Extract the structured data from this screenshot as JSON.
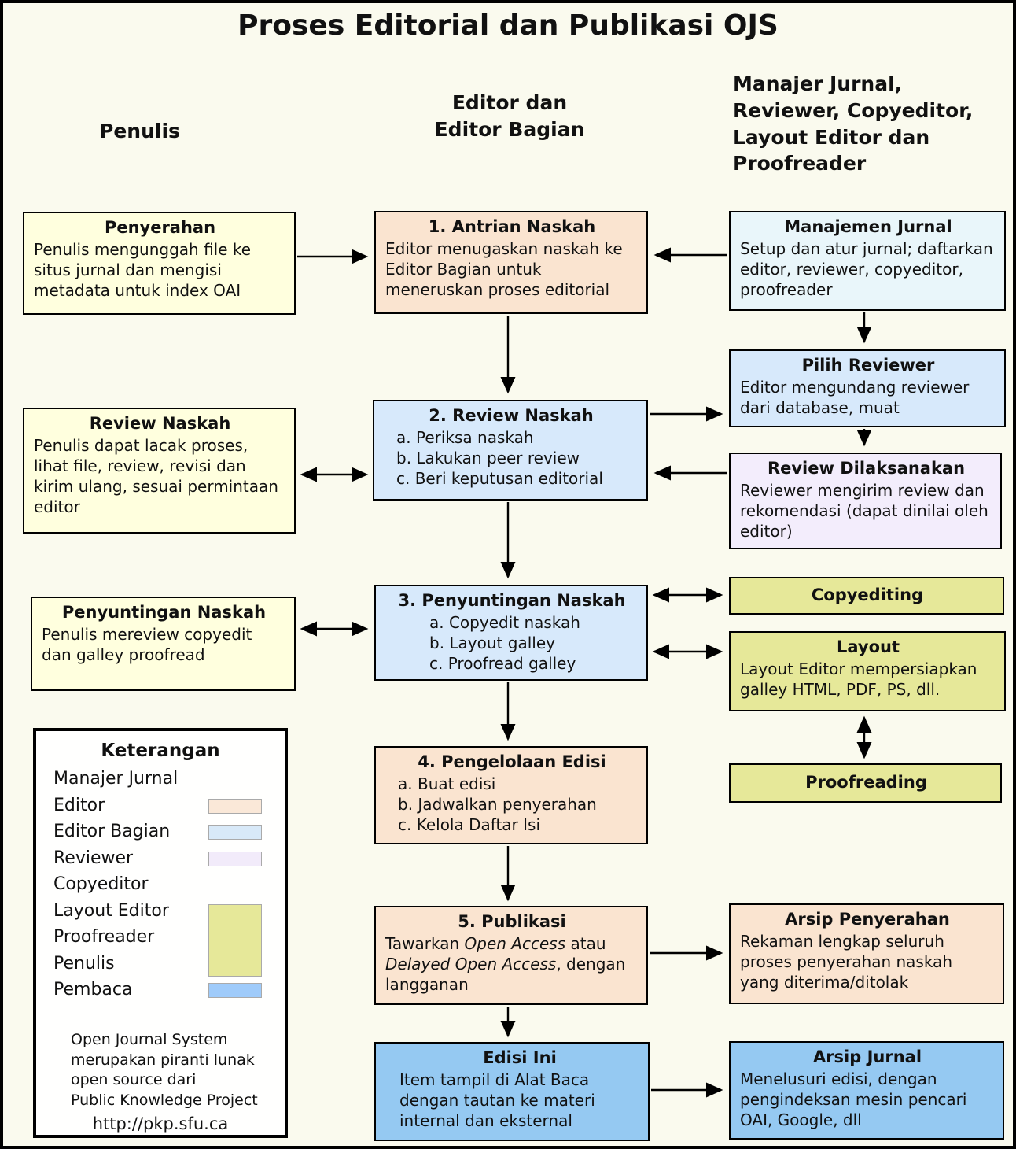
{
  "title": "Proses Editorial dan Publikasi OJS",
  "columns": {
    "penulis": "Penulis",
    "editor": "Editor dan\nEditor Bagian",
    "manajer": "Manajer Jurnal,\nReviewer, Copyeditor,\nLayout Editor dan\nProofreader"
  },
  "colors": {
    "background": "#fafaee",
    "author_yellow": "#ffffde",
    "editor_peach": "#fae4d0",
    "section_editor_blue": "#d7e9fb",
    "manager_pale_blue": "#e9f6fa",
    "reviewer_lavender": "#f3edfc",
    "copyeditor_olive": "#e6e899",
    "reader_blue": "#95c9f2"
  },
  "left": {
    "penyerahan": {
      "title": "Penyerahan",
      "body": "Penulis mengunggah file ke situs jurnal dan mengisi metadata untuk index OAI"
    },
    "review_naskah": {
      "title": "Review Naskah",
      "body": "Penulis dapat lacak proses, lihat file, review, revisi dan kirim ulang, sesuai permintaan editor"
    },
    "penyuntingan_naskah": {
      "title": "Penyuntingan Naskah",
      "body": "Penulis mereview copyedit dan galley proofread"
    }
  },
  "middle": {
    "antrian": {
      "title": "1. Antrian Naskah",
      "body": "Editor menugaskan naskah ke Editor Bagian untuk meneruskan proses editorial"
    },
    "review": {
      "title": "2. Review Naskah",
      "items": [
        "a. Periksa naskah",
        "b. Lakukan peer review",
        "c. Beri keputusan editorial"
      ]
    },
    "penyuntingan": {
      "title": "3. Penyuntingan Naskah",
      "items": [
        "a. Copyedit naskah",
        "b. Layout galley",
        "c. Proofread galley"
      ]
    },
    "pengelolaan": {
      "title": "4. Pengelolaan Edisi",
      "items": [
        "a. Buat edisi",
        "b. Jadwalkan penyerahan",
        "c. Kelola Daftar Isi"
      ]
    },
    "publikasi": {
      "title": "5. Publikasi",
      "body_prefix": "Tawarkan ",
      "body_italic1": "Open Access",
      "body_mid": " atau ",
      "body_italic2": "Delayed Open Access",
      "body_suffix": ", dengan langganan"
    },
    "edisi_ini": {
      "title": "Edisi Ini",
      "body": "Item tampil di Alat Baca dengan tautan ke materi internal dan eksternal"
    }
  },
  "right": {
    "manajemen": {
      "title": "Manajemen Jurnal",
      "body": "Setup dan atur jurnal; daftarkan editor, reviewer, copyeditor, proofreader"
    },
    "pilih_reviewer": {
      "title": "Pilih Reviewer",
      "body": "Editor mengundang reviewer dari database, muat"
    },
    "review_dilaksanakan": {
      "title": "Review Dilaksanakan",
      "body": "Reviewer mengirim review dan rekomendasi (dapat dinilai oleh editor)"
    },
    "copyediting": {
      "title": "Copyediting"
    },
    "layout": {
      "title": "Layout",
      "body": "Layout Editor mempersiapkan galley HTML, PDF, PS, dll."
    },
    "proofreading": {
      "title": "Proofreading"
    },
    "arsip_penyerahan": {
      "title": "Arsip Penyerahan",
      "body": "Rekaman lengkap seluruh proses penyerahan naskah yang diterima/ditolak"
    },
    "arsip_jurnal": {
      "title": "Arsip Jurnal",
      "body": "Menelusuri edisi, dengan pengindeksan mesin pencari OAI, Google, dll"
    }
  },
  "legend": {
    "title": "Keterangan",
    "rows": [
      {
        "label": "Manajer Jurnal",
        "color": ""
      },
      {
        "label": "Editor",
        "color": "#fae8d8"
      },
      {
        "label": "Editor Bagian",
        "color": "#d8e9f8"
      },
      {
        "label": "Reviewer",
        "color": "#f2ebfa"
      },
      {
        "label": "Copyeditor",
        "color": ""
      },
      {
        "label": "Layout Editor",
        "color": ""
      },
      {
        "label": "Proofreader",
        "color": ""
      },
      {
        "label": "Penulis",
        "color": "#ffffde"
      },
      {
        "label": "Pembaca",
        "color": "#9fcbfa"
      }
    ],
    "group_swatch_color": "#e6e899",
    "note": "Open Journal System\nmerupakan piranti lunak\nopen source dari\nPublic Knowledge Project",
    "url": "http://pkp.sfu.ca"
  }
}
